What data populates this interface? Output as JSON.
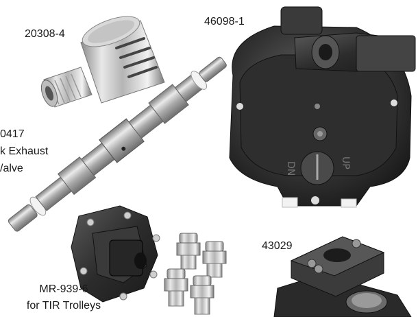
{
  "parts": [
    {
      "id": "muffler",
      "label": "20308-4"
    },
    {
      "id": "motor",
      "label": "46098-1"
    },
    {
      "id": "exhaust-valve",
      "label_lines": [
        "0417",
        "k Exhaust",
        "/alve"
      ]
    },
    {
      "id": "manifold",
      "label": "43029"
    },
    {
      "id": "conversion-kit",
      "label_lines": [
        "MR-939-6",
        "for TIR Trolleys"
      ]
    }
  ]
}
